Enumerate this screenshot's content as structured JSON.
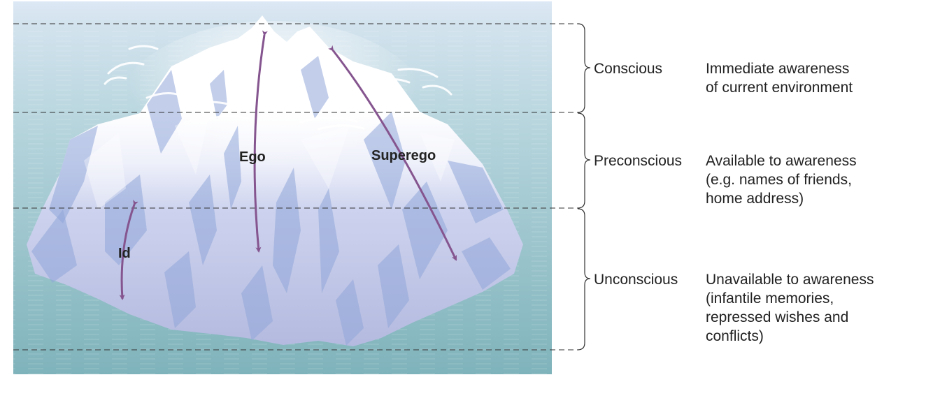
{
  "levels": {
    "conscious": {
      "name": "Conscious",
      "desc": [
        "Immediate awareness",
        "of current environment"
      ]
    },
    "preconscious": {
      "name": "Preconscious",
      "desc": [
        "Available to awareness",
        "(e.g. names of friends,",
        "home address)"
      ]
    },
    "unconscious": {
      "name": "Unconscious",
      "desc": [
        "Unavailable to awareness",
        "(infantile memories,",
        "repressed wishes and",
        "conflicts)"
      ]
    }
  },
  "structures": {
    "ego": "Ego",
    "superego": "Superego",
    "id": "Id"
  },
  "colors": {
    "sky": "#dde8f5",
    "water_top": "#c7dfe6",
    "water_bottom": "#7fb3bb",
    "ice_light": "#ffffff",
    "ice_mid": "#c4cde8",
    "ice_deep": "#aeb6dc",
    "ice_shadow": "#8fa6d8",
    "arrow": "#85558f",
    "dashes": "#333333"
  }
}
